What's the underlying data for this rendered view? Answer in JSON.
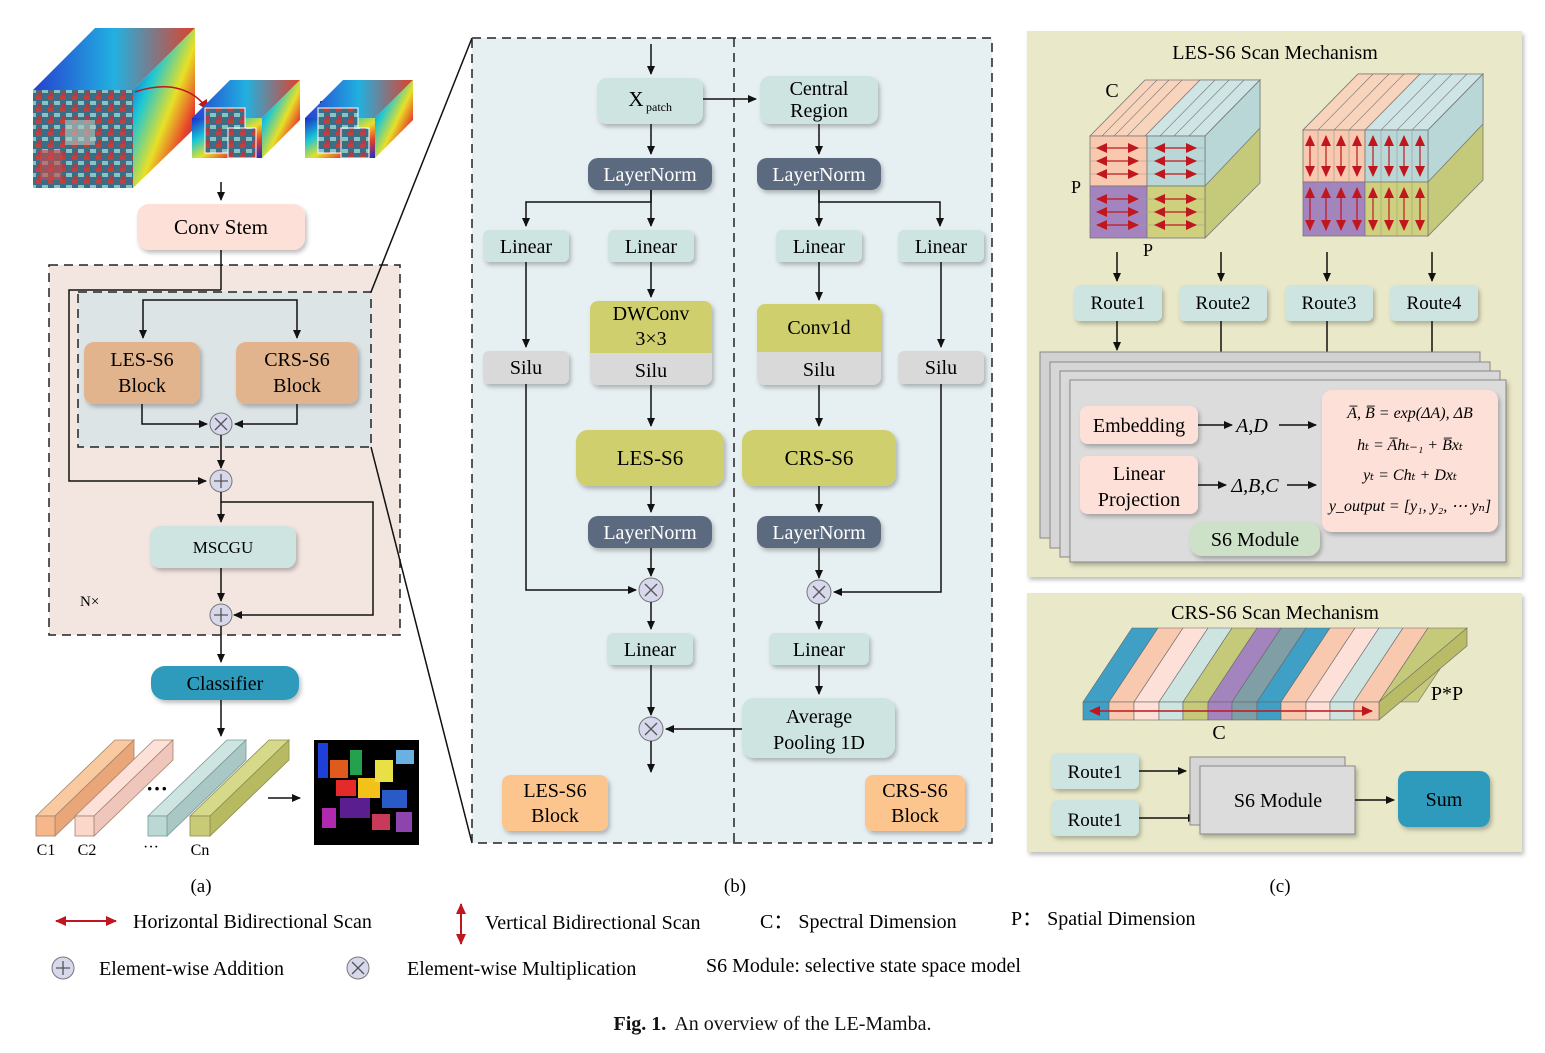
{
  "panel_a": {
    "conv_stem": "Conv Stem",
    "les_block": [
      "LES-S6",
      "Block"
    ],
    "crs_block": [
      "CRS-S6",
      "Block"
    ],
    "mscgu": "MSCGU",
    "repeat": "N×",
    "classifier": "Classifier",
    "class_labels": [
      "C1",
      "C2",
      "···",
      "Cn"
    ],
    "label": "(a)"
  },
  "panel_b": {
    "xpatch_main": "X",
    "xpatch_sub": "patch",
    "central_region": [
      "Central",
      "Region"
    ],
    "layernorm": "LayerNorm",
    "linear": "Linear",
    "silu": "Silu",
    "dwconv": [
      "DWConv",
      "3×3"
    ],
    "conv1d": "Conv1d",
    "les_s6": "LES-S6",
    "crs_s6": "CRS-S6",
    "avg_pool": [
      "Average",
      "Pooling 1D"
    ],
    "les_block": [
      "LES-S6",
      "Block"
    ],
    "crs_block": [
      "CRS-S6",
      "Block"
    ],
    "label": "(b)"
  },
  "panel_c": {
    "les_title": "LES-S6 Scan Mechanism",
    "crs_title": "CRS-S6 Scan Mechanism",
    "c_label": "C",
    "p_label": "P",
    "pp_label": "P*P",
    "routes": [
      "Route1",
      "Route2",
      "Route3",
      "Route4"
    ],
    "embedding": "Embedding",
    "linear_projection": [
      "Linear",
      "Projection"
    ],
    "ad": "A,D",
    "dbc": "Δ,B,C",
    "equations": [
      "A̅, B̅ = exp(ΔA), ΔB",
      "hₜ = A̅hₜ₋₁ + B̅xₜ",
      "yₜ = Chₜ + Dxₜ",
      "y_output = [y₁, y₂, ⋯ yₙ]"
    ],
    "s6_module": "S6 Module",
    "crs_routes": [
      "Route1",
      "Route1"
    ],
    "sum": "Sum",
    "label": "(c)"
  },
  "legend": {
    "horizontal": "Horizontal Bidirectional Scan",
    "vertical": "Vertical Bidirectional Scan",
    "spectral": "C： Spectral Dimension",
    "spatial": "P： Spatial Dimension",
    "addition": "Element-wise Addition",
    "multiplication": "Element-wise Multiplication",
    "s6_def": "S6 Module: selective state space model"
  },
  "caption": {
    "fig": "Fig. 1.",
    "text": "An overview of the LE-Mamba."
  },
  "colors": {
    "peach": "#fde0d8",
    "tan": "#e2b48e",
    "teal_light": "#cde4e1",
    "navy": "#5b6a80",
    "olive": "#cfcf6e",
    "gray": "#d9d9d9",
    "orange": "#fdc58e",
    "panel_bg": "#e9e8c8",
    "blue_accent": "#2d9bbd",
    "red": "#c0171e"
  }
}
